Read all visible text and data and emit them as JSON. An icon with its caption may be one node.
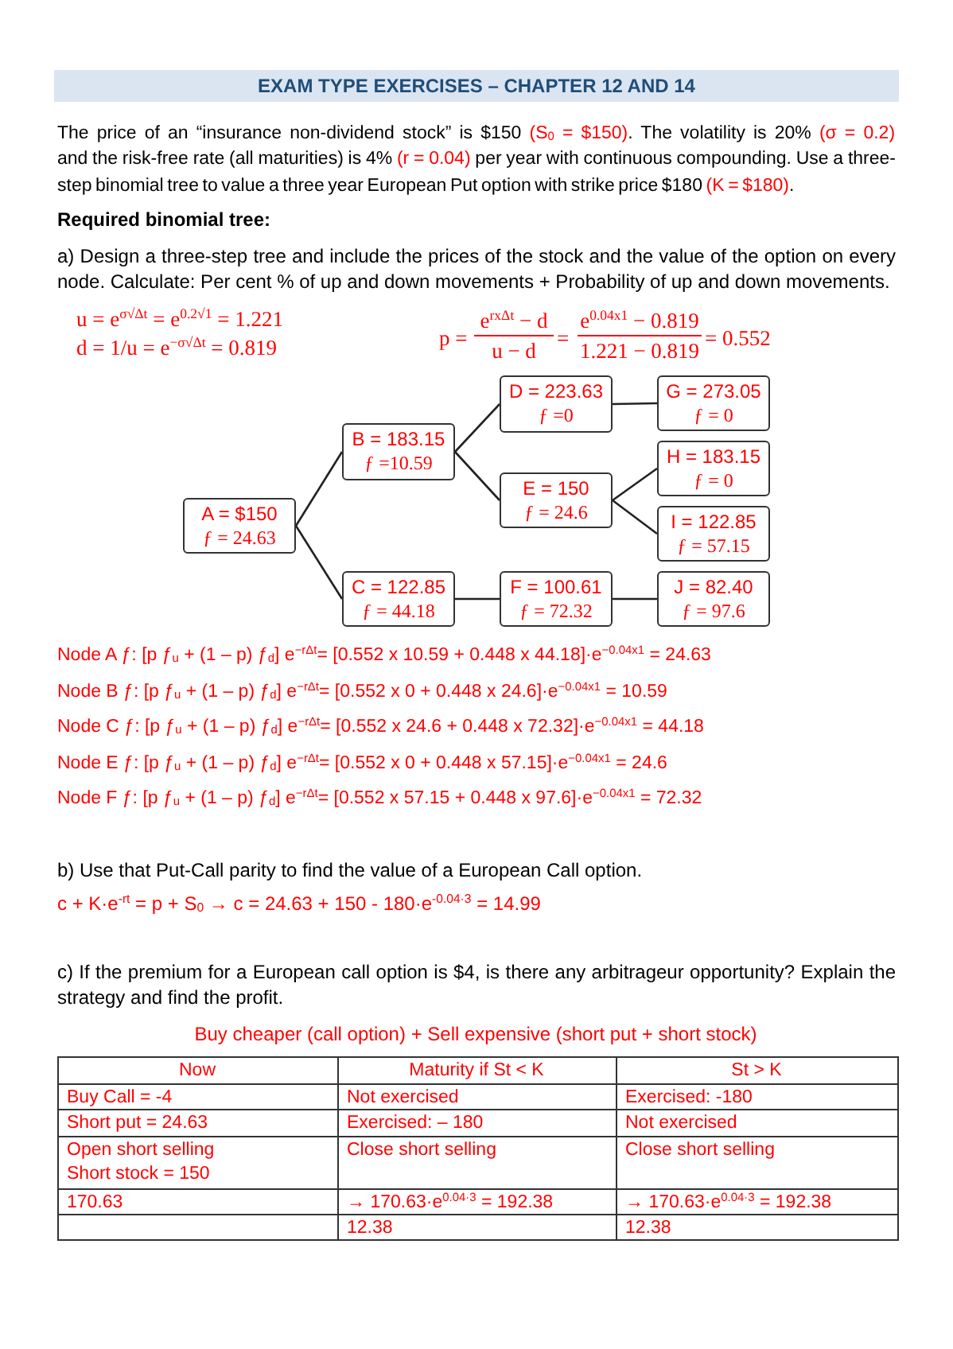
{
  "diagram": {
    "title": "EXAM TYPE EXERCISES – CHAPTER 12 AND 14",
    "nodes": [
      {
        "text": [
          "A = $150",
          "ƒ = 24.63"
        ]
      },
      {
        "text": [
          "B = 183.15",
          "ƒ =10.59"
        ]
      },
      {
        "text": [
          "C = 122.85",
          "ƒ = 44.18"
        ]
      },
      {
        "text": [
          "D = 223.63",
          "ƒ =0"
        ]
      },
      {
        "text": [
          "E = 150",
          "ƒ = 24.6"
        ]
      },
      {
        "text": [
          "F = 100.61",
          "ƒ = 72.32"
        ]
      },
      {
        "text": [
          "G = 273.05",
          "ƒ = 0"
        ]
      },
      {
        "text": [
          "H = 183.15",
          "ƒ = 0"
        ]
      },
      {
        "text": [
          "I = 122.85",
          "ƒ = 57.15"
        ]
      },
      {
        "text": [
          "J = 82.40",
          "ƒ = 97.6"
        ]
      }
    ],
    "edges": [
      {
        "from": 0,
        "to": 1,
        "arrow": "none"
      },
      {
        "from": 0,
        "to": 2,
        "arrow": "none"
      },
      {
        "from": 1,
        "to": 3,
        "arrow": "none"
      },
      {
        "from": 1,
        "to": 4,
        "arrow": "none"
      },
      {
        "from": 2,
        "to": 5,
        "arrow": "none"
      },
      {
        "from": 3,
        "to": 6,
        "arrow": "none"
      },
      {
        "from": 4,
        "to": 7,
        "arrow": "none"
      },
      {
        "from": 4,
        "to": 8,
        "arrow": "none"
      },
      {
        "from": 5,
        "to": 9,
        "arrow": "none"
      }
    ],
    "labels": [
      "The price of an “insurance non-dividend stock” is $150",
      "(S$_{0}$ = $150)",
      ". The volatility is 20%",
      "(σ = 0.2)",
      "and the risk-free rate (all maturities) is 4%",
      "(r = 0.04)",
      "per year with continuous compounding. Use a three-step binomial tree to value a three year European Put option with strike price $180",
      "(K = $180)",
      ".",
      "Required binomial tree:",
      "a) Design a three-step tree and include the prices of the stock and the value of the option on every node. Calculate: Per cent % of up and down movements + Probability of up and down movements.",
      "u = e$^{σ√Δt}$ = e$^{0.2√1}$ = 1.221",
      "d = 1/u = e$^{−σ√Δt}$ = 0.819",
      "p =",
      "e$^{rxΔt}$ − d",
      "u − d",
      "=",
      "e$^{0.04x1}$ − 0.819",
      "1.221 − 0.819",
      "= 0.552",
      "Node A ƒ: [p ƒ$_{u}$ + (1 – p) ƒ$_{d}$] e$^{−rΔt}$= [0.552 x 10.59 + 0.448 x 44.18]·e$^{−0.04x1}$ = 24.63",
      "Node B ƒ: [p ƒ$_{u}$ + (1 – p) ƒ$_{d}$] e$^{−rΔt}$= [0.552 x 0 + 0.448 x 24.6]·e$^{−0.04x1}$ = 10.59",
      "Node C ƒ: [p ƒ$_{u}$ + (1 – p) ƒ$_{d}$] e$^{−rΔt}$= [0.552 x 24.6 + 0.448 x 72.32]·e$^{−0.04x1}$ = 44.18",
      "Node E ƒ: [p ƒ$_{u}$ + (1 – p) ƒ$_{d}$] e$^{−rΔt}$= [0.552 x 0 + 0.448 x 57.15]·e$^{−0.04x1}$ = 24.6",
      "Node F ƒ: [p ƒ$_{u}$ + (1 – p) ƒ$_{d}$] e$^{−rΔt}$= [0.552 x 57.15 + 0.448 x 97.6]·e$^{−0.04x1}$ = 72.32",
      "b) Use that Put-Call parity to find the value of a European Call option.",
      "c + K·e$^{-rt}$ = p + S$_{0}$ → c = 24.63 + 150 - 180·e$^{-0.04·3}$ = 14.99",
      "c) If the premium for a European call option is $4, is there any arbitrageur opportunity? Explain the strategy and find the profit.",
      "Buy cheaper (call option) + Sell expensive (short put + short stock)",
      "Now",
      "Maturity if St < K",
      "St > K",
      "Buy Call = -4",
      "Not exercised",
      "Exercised: -180",
      "Short put = 24.63",
      "Exercised: – 180",
      "Not exercised",
      "Open short selling",
      "Short stock = 150",
      "Close short selling",
      "Close short selling",
      "170.63",
      "→ 170.63·e$^{0.04·3}$ = 192.38",
      "→ 170.63·e$^{0.04·3}$ = 192.38",
      "12.38",
      "12.38"
    ]
  }
}
